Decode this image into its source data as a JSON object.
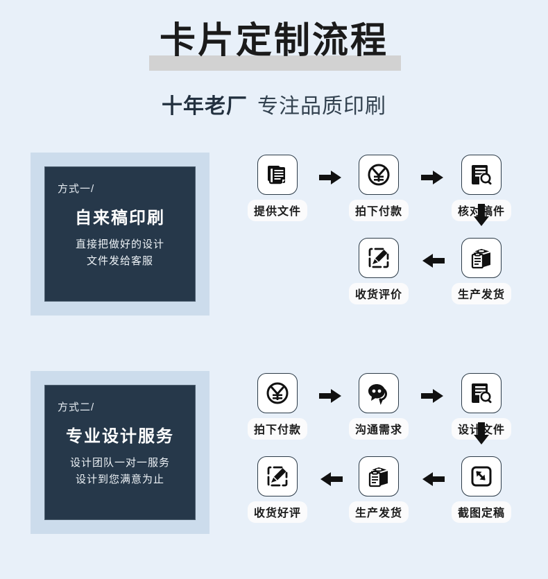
{
  "header": {
    "title": "卡片定制流程",
    "subtitle_strong": "十年老厂",
    "subtitle_normal": "专注品质印刷",
    "highlight_color": "#d2d2d2"
  },
  "colors": {
    "background": "#e8f0f9",
    "card_frame": "#ccdcec",
    "card_body": "#26384a",
    "tile_border": "#2b3a47",
    "arrow": "#111111",
    "label_pill": "#fbfbfc"
  },
  "sections": [
    {
      "card": {
        "kicker": "方式一/",
        "name": "自来稿印刷",
        "desc_line1": "直接把做好的设计",
        "desc_line2": "文件发给客服"
      },
      "steps_row1": [
        {
          "label": "提供文件",
          "icon": "documents-icon"
        },
        {
          "label": "拍下付款",
          "icon": "yen-circle-icon"
        },
        {
          "label": "核对稿件",
          "icon": "document-search-icon"
        }
      ],
      "steps_row2": [
        {
          "label": "收货评价",
          "icon": "edit-pencil-icon"
        },
        {
          "label": "生产发货",
          "icon": "package-box-icon"
        }
      ],
      "arrows": {
        "row1_0_to_1": "arrow-right-icon",
        "row1_1_to_2": "arrow-right-icon",
        "row2_2_to_1": "arrow-left-icon",
        "down_right": "arrow-down-icon"
      }
    },
    {
      "card": {
        "kicker": "方式二/",
        "name": "专业设计服务",
        "desc_line1": "设计团队一对一服务",
        "desc_line2": "设计到您满意为止"
      },
      "steps_row1": [
        {
          "label": "拍下付款",
          "icon": "yen-circle-icon"
        },
        {
          "label": "沟通需求",
          "icon": "chat-bubble-icon"
        },
        {
          "label": "设计文件",
          "icon": "document-search-icon"
        }
      ],
      "steps_row2": [
        {
          "label": "收货好评",
          "icon": "edit-pencil-icon"
        },
        {
          "label": "生产发货",
          "icon": "package-box-icon"
        },
        {
          "label": "截图定稿",
          "icon": "resize-arrows-icon"
        }
      ],
      "arrows": {
        "row1_0_to_1": "arrow-right-icon",
        "row1_1_to_2": "arrow-right-icon",
        "row2_2_to_1": "arrow-left-icon",
        "row2_1_to_0": "arrow-left-icon",
        "down_right": "arrow-down-icon"
      }
    }
  ]
}
